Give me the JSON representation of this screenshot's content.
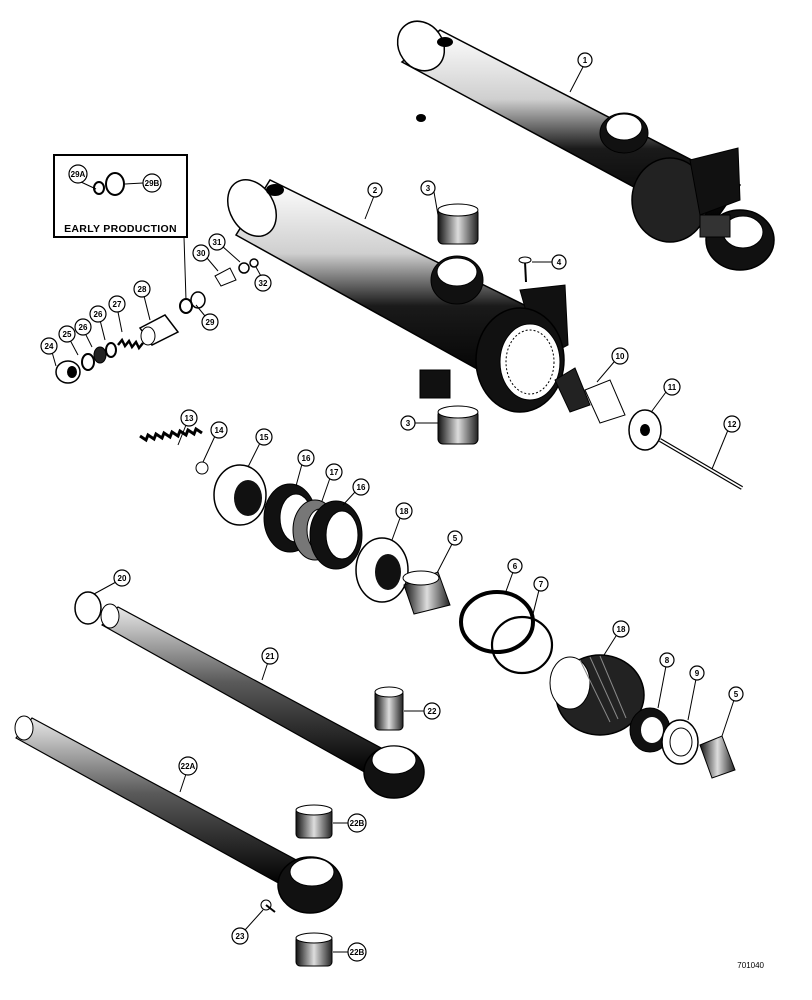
{
  "inset": {
    "title": "EARLY PRODUCTION"
  },
  "figure_number": "701040",
  "callouts": {
    "c1": "1",
    "c2": "2",
    "c3a": "3",
    "c3b": "3",
    "c4": "4",
    "c5a": "5",
    "c5b": "5",
    "c6": "6",
    "c7": "7",
    "c8": "8",
    "c9": "9",
    "c10": "10",
    "c11": "11",
    "c12": "12",
    "c13": "13",
    "c14": "14",
    "c15": "15",
    "c16a": "16",
    "c16b": "16",
    "c17": "17",
    "c18a": "18",
    "c18b": "18",
    "c20": "20",
    "c21": "21",
    "c22": "22",
    "c22a": "22A",
    "c22ba": "22B",
    "c22bb": "22B",
    "c23": "23",
    "c24": "24",
    "c25": "25",
    "c26": "26",
    "c26b": "26",
    "c27": "27",
    "c28": "28",
    "c29": "29",
    "c29a": "29A",
    "c29b": "29B",
    "c30": "30",
    "c31": "31",
    "c32": "32"
  }
}
